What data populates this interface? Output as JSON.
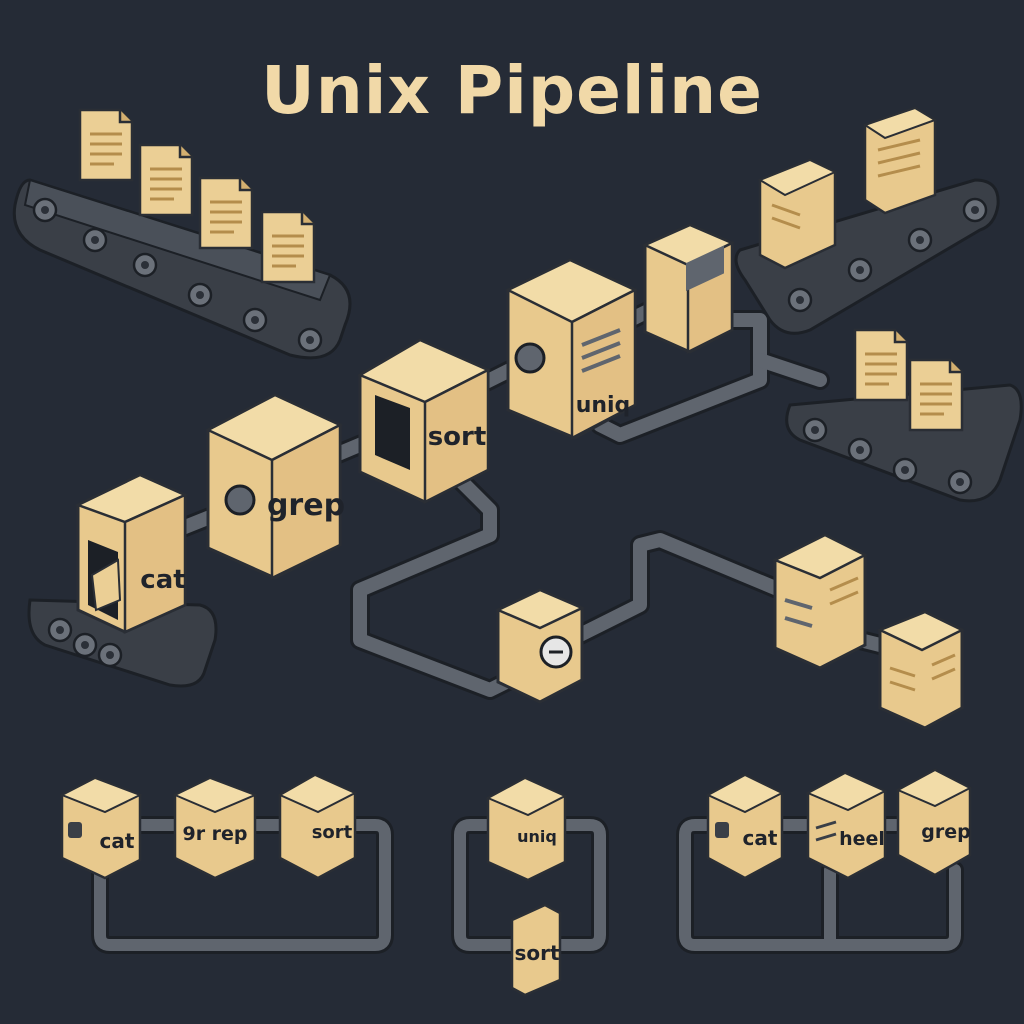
{
  "title": "Unix Pipeline",
  "colors": {
    "background": "#252b36",
    "box_front": "#e8c98d",
    "box_side": "#c9a462",
    "box_top": "#f2dca8",
    "pipe": "#5f656e",
    "belt": "#3a3f47",
    "title": "#f1d9a8"
  },
  "main_pipeline": {
    "commands": [
      "cat",
      "grep",
      "sort",
      "uniq"
    ]
  },
  "sub_pipelines": [
    {
      "commands": [
        "cat",
        "9r rep",
        "sort"
      ]
    },
    {
      "commands": [
        "uniq",
        "sort"
      ]
    },
    {
      "commands": [
        "cat",
        "heel",
        "grep"
      ]
    }
  ]
}
